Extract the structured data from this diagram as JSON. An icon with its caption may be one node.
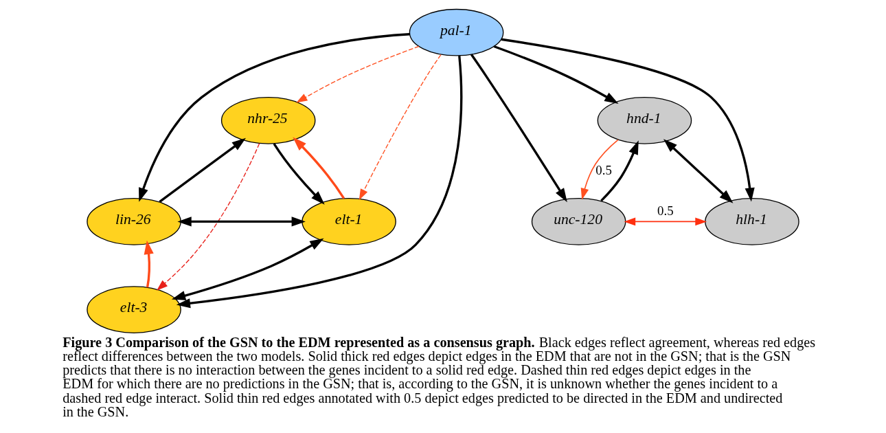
{
  "diagram": {
    "caption": "**Figure 3 Comparison of the GSN to the EDM represented as a consensus graph.** Black edges reflect agreement, whereas red edges reflect differences between the two models. Solid thick red edges depict edges in the EDM that are not in the GSN; that is the GSN predicts that there is no interaction between the genes incident to a solid red edge. Dashed thin red edges depict edges in the EDM for which there are no predictions in the GSN; that is, according to the GSN, it is unknown whether the genes incident to a dashed red edge interact. Solid thin red edges annotated with 0.5 depict edges predicted to be directed in the EDM and undirected in the GSN.",
    "nodes": [
      {
        "text": [
          "pal-1"
        ]
      },
      {
        "text": [
          "nhr-25"
        ]
      },
      {
        "text": [
          "lin-26"
        ]
      },
      {
        "text": [
          "elt-1"
        ]
      },
      {
        "text": [
          "elt-3"
        ]
      },
      {
        "text": [
          "hnd-1"
        ]
      },
      {
        "text": [
          "unc-120"
        ]
      },
      {
        "text": [
          "hlh-1"
        ]
      }
    ],
    "edges": [
      {
        "from": 0,
        "to": 2,
        "arrow": "to"
      },
      {
        "from": 0,
        "to": 1,
        "arrow": "to",
        "style": "dashed",
        "color": "#ff5020"
      },
      {
        "from": 0,
        "to": 3,
        "arrow": "to",
        "style": "dashed",
        "color": "#ff5020"
      },
      {
        "from": 0,
        "to": 4,
        "arrow": "to"
      },
      {
        "from": 0,
        "to": 5,
        "arrow": "to"
      },
      {
        "from": 0,
        "to": 6,
        "arrow": "to"
      },
      {
        "from": 0,
        "to": 7,
        "arrow": "to"
      },
      {
        "from": 2,
        "to": 1,
        "arrow": "to"
      },
      {
        "from": 1,
        "to": 3,
        "arrow": "to"
      },
      {
        "from": 3,
        "to": 1,
        "arrow": "to",
        "color": "#ff4a1a"
      },
      {
        "from": 2,
        "to": 3,
        "arrow": "both"
      },
      {
        "from": 1,
        "to": 4,
        "arrow": "to",
        "style": "dashed",
        "color": "#e8201a"
      },
      {
        "from": 4,
        "to": 3,
        "arrow": "both"
      },
      {
        "from": 4,
        "to": 2,
        "arrow": "to",
        "color": "#ff4a1a"
      },
      {
        "from": 6,
        "to": 5,
        "arrow": "to"
      },
      {
        "from": 7,
        "to": 5,
        "arrow": "both"
      },
      {
        "from": 5,
        "to": 6,
        "arrow": "to",
        "label": "0.5",
        "color": "#ff5020"
      },
      {
        "from": 6,
        "to": 7,
        "arrow": "both",
        "label": "0.5",
        "color": "#ff3010"
      }
    ]
  }
}
